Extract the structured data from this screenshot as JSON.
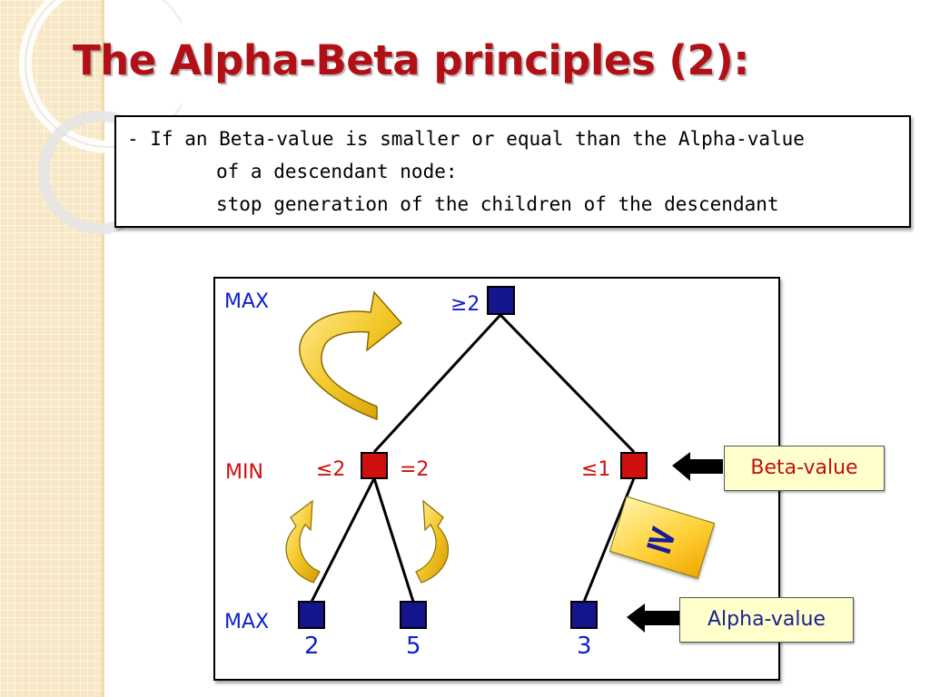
{
  "title": "The Alpha-Beta principles (2):",
  "rule": {
    "line1": "- If an Beta-value is smaller or equal than the Alpha-value",
    "line2": "of a descendant node:",
    "line3": "stop generation of the children of the descendant"
  },
  "levels": {
    "top": "MAX",
    "middle": "MIN",
    "bottom": "MAX"
  },
  "nodes": {
    "root": "≥2",
    "min_left": "≤2",
    "min_left_result": "=2",
    "min_right": "≤1"
  },
  "leaves": [
    "2",
    "5",
    "3"
  ],
  "labels": {
    "beta": "Beta-value",
    "alpha": "Alpha-value"
  },
  "comparison_symbol": "≥",
  "colors": {
    "title": "#b01016",
    "max_node": "#14148c",
    "min_node": "#d01010",
    "arrow_gold": "#f0c020",
    "tag_background": "#ffffcc"
  }
}
